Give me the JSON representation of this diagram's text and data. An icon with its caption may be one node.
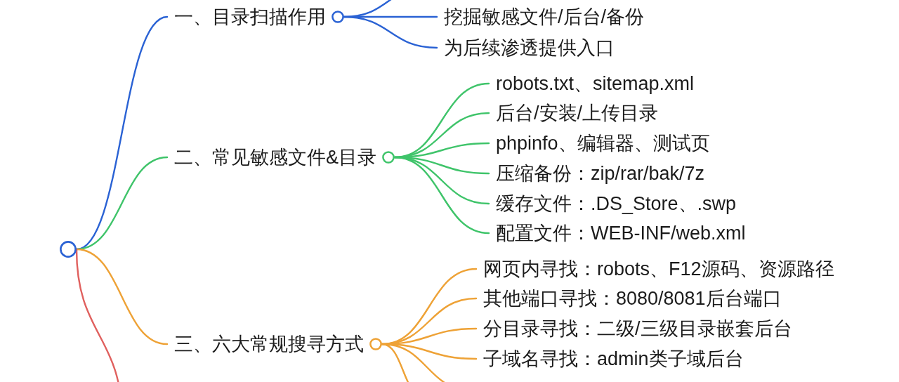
{
  "diagram": {
    "nodes": [
      {
        "text": [],
        "shape": "circle"
      },
      {
        "text": [
          "一、目录扫描作用"
        ]
      },
      {
        "text": [
          "挖掘敏感文件/后台/备份"
        ]
      },
      {
        "text": [
          "为后续渗透提供入口"
        ]
      },
      {
        "text": [
          "二、常见敏感文件&目录"
        ]
      },
      {
        "text": [
          "robots.txt、sitemap.xml"
        ]
      },
      {
        "text": [
          "后台/安装/上传目录"
        ]
      },
      {
        "text": [
          "phpinfo、编辑器、测试页"
        ]
      },
      {
        "text": [
          "压缩备份：zip/rar/bak/7z"
        ]
      },
      {
        "text": [
          "缓存文件：.DS_Store、.swp"
        ]
      },
      {
        "text": [
          "配置文件：WEB-INF/web.xml"
        ]
      },
      {
        "text": [
          "三、六大常规搜寻方式"
        ]
      },
      {
        "text": [
          "网页内寻找：robots、F12源码、资源路径"
        ]
      },
      {
        "text": [
          "其他端口寻找：8080/8081后台端口"
        ]
      },
      {
        "text": [
          "分目录寻找：二级/三级目录嵌套后台"
        ]
      },
      {
        "text": [
          "子域名寻找：admin类子域后台"
        ]
      }
    ],
    "edges": [
      {
        "from": 0,
        "to": 1,
        "arrow": "none",
        "color": "#2a62d4"
      },
      {
        "from": 0,
        "to": 4,
        "arrow": "none",
        "color": "#3fc46a"
      },
      {
        "from": 0,
        "to": 11,
        "arrow": "none",
        "color": "#eea236"
      },
      {
        "from": 0,
        "to": null,
        "arrow": "none",
        "color": "#e0605e"
      },
      {
        "from": 1,
        "to": null,
        "arrow": "none",
        "color": "#2a62d4"
      },
      {
        "from": 1,
        "to": 2,
        "arrow": "none",
        "color": "#2a62d4"
      },
      {
        "from": 1,
        "to": 3,
        "arrow": "none",
        "color": "#2a62d4"
      },
      {
        "from": 4,
        "to": 5,
        "arrow": "none",
        "color": "#3fc46a"
      },
      {
        "from": 4,
        "to": 6,
        "arrow": "none",
        "color": "#3fc46a"
      },
      {
        "from": 4,
        "to": 7,
        "arrow": "none",
        "color": "#3fc46a"
      },
      {
        "from": 4,
        "to": 8,
        "arrow": "none",
        "color": "#3fc46a"
      },
      {
        "from": 4,
        "to": 9,
        "arrow": "none",
        "color": "#3fc46a"
      },
      {
        "from": 4,
        "to": 10,
        "arrow": "none",
        "color": "#3fc46a"
      },
      {
        "from": 11,
        "to": 12,
        "arrow": "none",
        "color": "#eea236"
      },
      {
        "from": 11,
        "to": 13,
        "arrow": "none",
        "color": "#eea236"
      },
      {
        "from": 11,
        "to": 14,
        "arrow": "none",
        "color": "#eea236"
      },
      {
        "from": 11,
        "to": 15,
        "arrow": "none",
        "color": "#eea236"
      },
      {
        "from": 11,
        "to": null,
        "arrow": "none",
        "color": "#eea236"
      },
      {
        "from": 11,
        "to": null,
        "arrow": "none",
        "color": "#eea236"
      }
    ]
  }
}
